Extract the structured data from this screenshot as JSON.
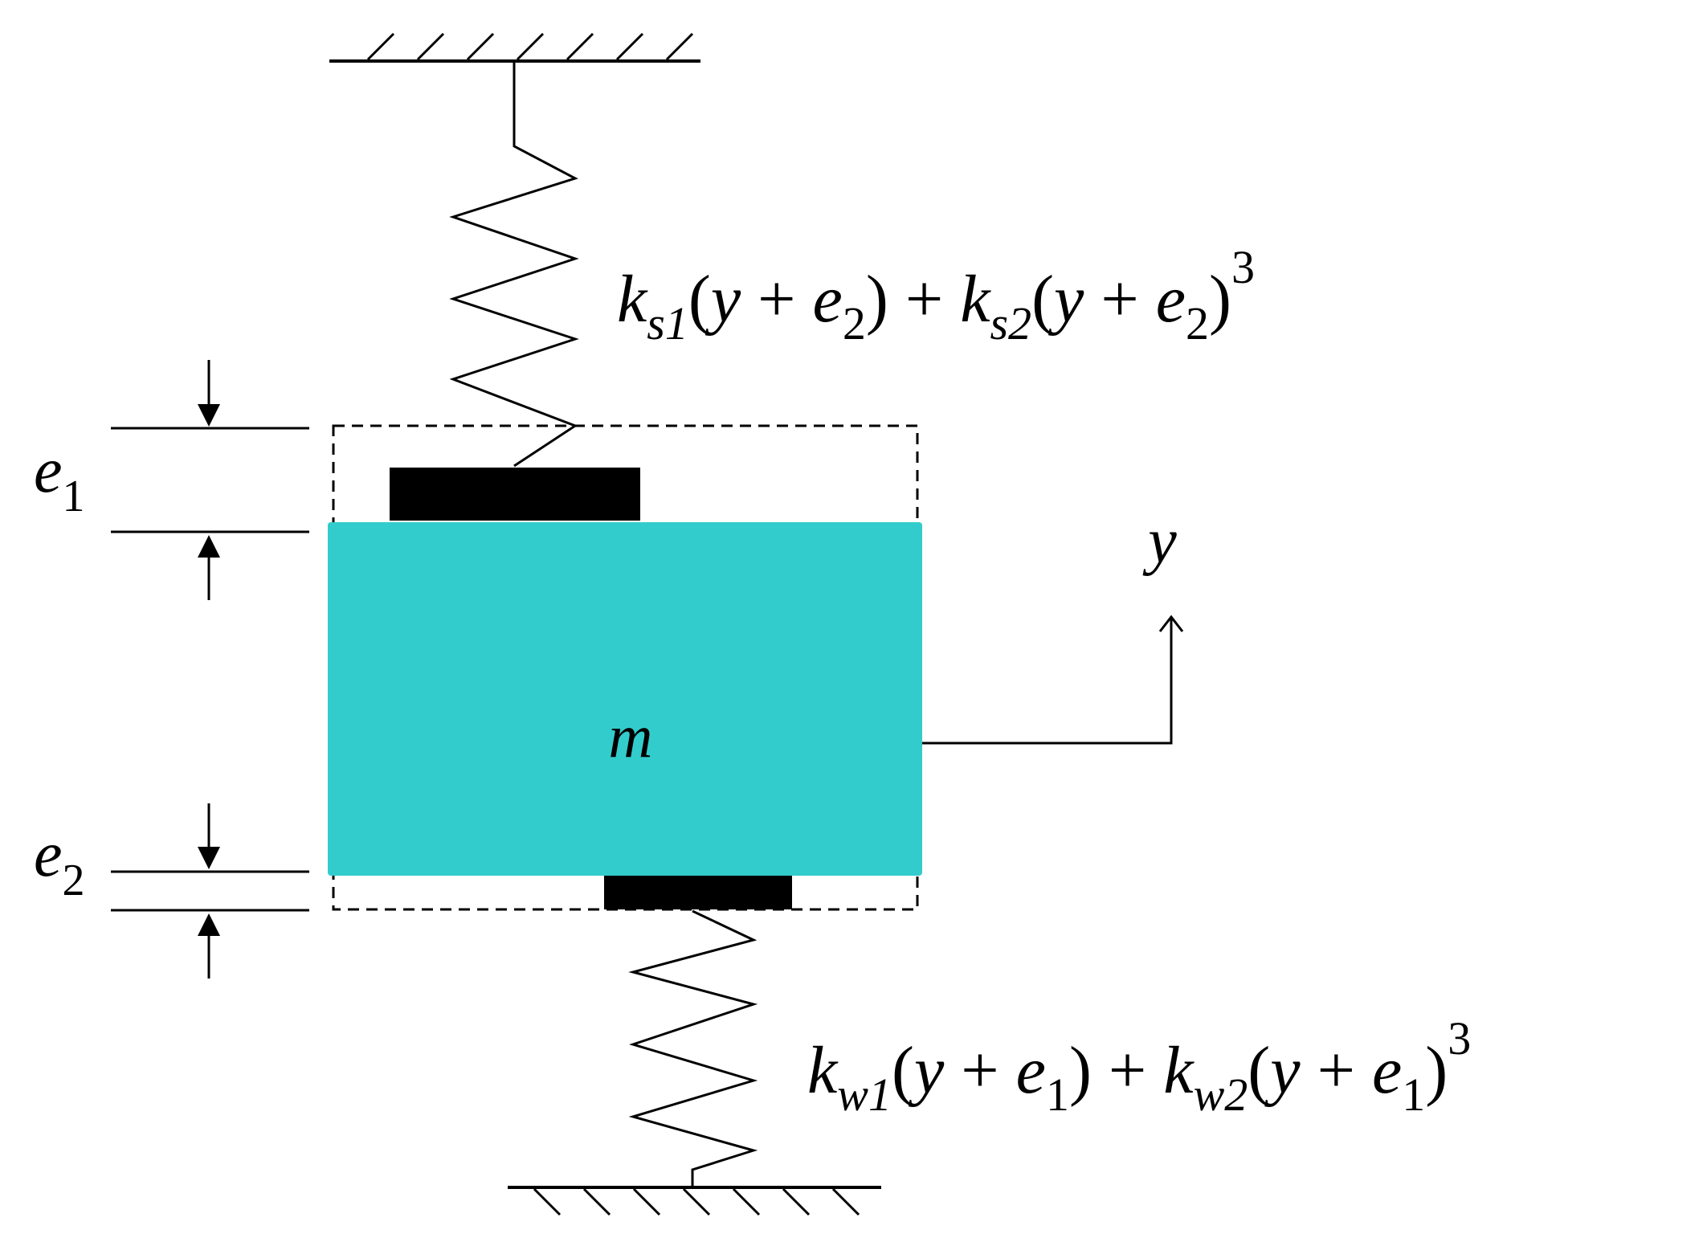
{
  "colors": {
    "mass_fill": "#33cccc",
    "pad_fill": "#000000",
    "line": "#000000"
  },
  "labels": {
    "mass": "m",
    "displacement": "y",
    "e1": {
      "base": "e",
      "sub": "1"
    },
    "e2": {
      "base": "e",
      "sub": "2"
    }
  },
  "formulas": {
    "upper_spring": {
      "k1": "k",
      "k1_sub": "s1",
      "open1": "(",
      "y1": "y",
      "plus1": " + ",
      "e1": "e",
      "e1_sub": "2",
      "close1": ")",
      "plus_mid": " + ",
      "k2": "k",
      "k2_sub": "s2",
      "open2": "(",
      "y2": "y",
      "plus2": " + ",
      "e2": "e",
      "e2_sub": "2",
      "close2": ")",
      "power": "3"
    },
    "lower_spring": {
      "k1": "k",
      "k1_sub": "w1",
      "open1": "(",
      "y1": "y",
      "plus1": " + ",
      "e1": "e",
      "e1_sub": "1",
      "close1": ")",
      "plus_mid": " + ",
      "k2": "k",
      "k2_sub": "w2",
      "open2": "(",
      "y2": "y",
      "plus2": " + ",
      "e2": "e",
      "e2_sub": "1",
      "close2": ")",
      "power": "3"
    }
  }
}
